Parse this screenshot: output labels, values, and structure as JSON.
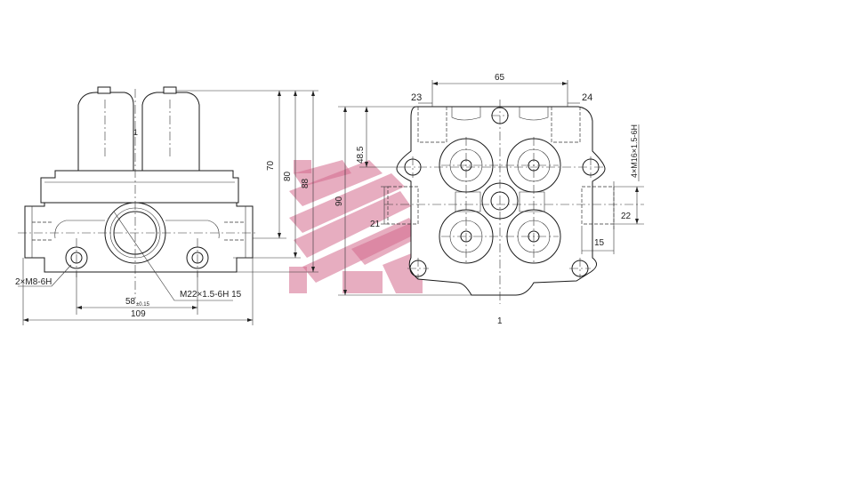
{
  "drawing": {
    "side_view": {
      "dim_width_total": "109",
      "dim_mount_spacing": "58",
      "dim_mount_tolerance": "±0.15",
      "note_mount_holes": "2×M8-6H",
      "note_port": "M22×1.5-6H  15",
      "dim_height_70": "70",
      "dim_height_80": "80",
      "dim_height_88": "88",
      "center_mark": "1"
    },
    "front_view": {
      "dim_width_65": "65",
      "dim_left_23": "23",
      "dim_right_24": "24",
      "dim_height_90": "90",
      "dim_height_48_5": "48.5",
      "dim_port_21": "21",
      "dim_port_22": "22",
      "dim_port_depth_15": "15",
      "note_ports": "4×M16×1.5-6H",
      "port_label": "1"
    },
    "watermark_color": "#d36a8c",
    "line_color": "#1a1a1a"
  }
}
